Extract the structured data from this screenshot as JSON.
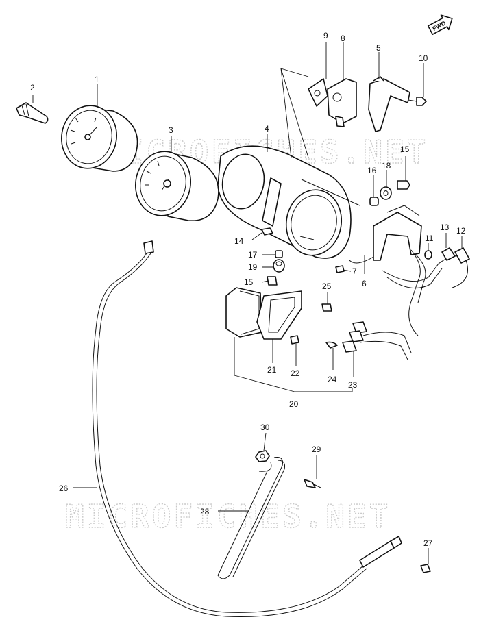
{
  "watermark": {
    "text": "MICROFICHES.NET"
  },
  "direction_badge": {
    "text": "FWD"
  },
  "callouts": {
    "p1": "1",
    "p2": "2",
    "p3": "3",
    "p4": "4",
    "p5": "5",
    "p6": "6",
    "p7": "7",
    "p8": "8",
    "p9": "9",
    "p10": "10",
    "p11": "11",
    "p12": "12",
    "p13": "13",
    "p14": "14",
    "p15a": "15",
    "p15b": "15",
    "p16": "16",
    "p17": "17",
    "p18": "18",
    "p19": "19",
    "p20": "20",
    "p21": "21",
    "p22": "22",
    "p23": "23",
    "p24": "24",
    "p25": "25",
    "p26": "26",
    "p27": "27",
    "p28": "28",
    "p29": "29",
    "p30": "30"
  }
}
